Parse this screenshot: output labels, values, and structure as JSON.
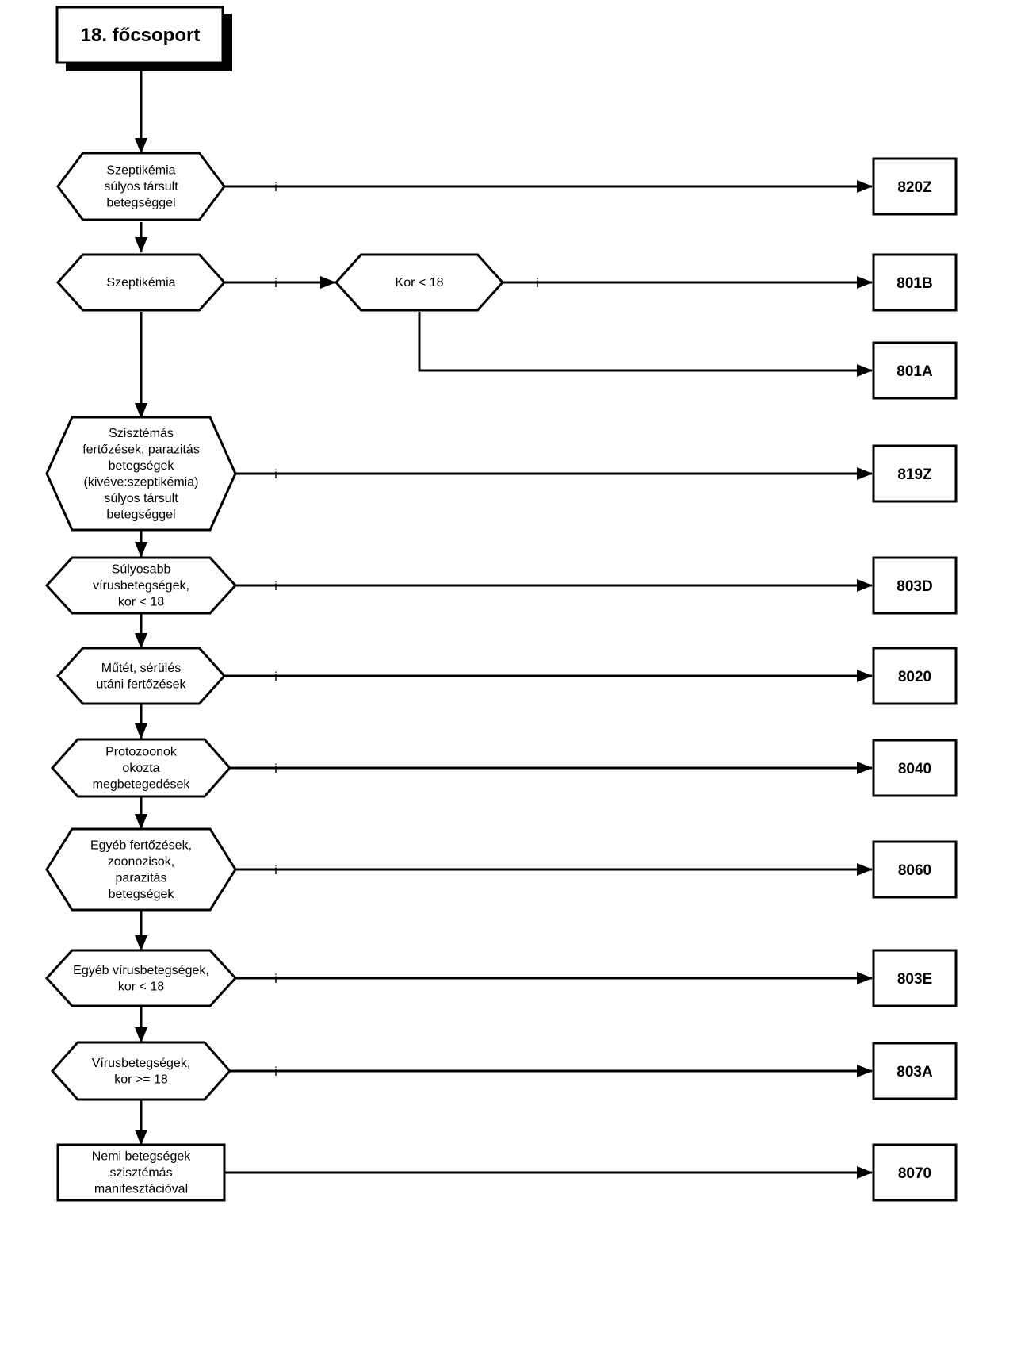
{
  "title": "18. főcsoport",
  "yes_label": "i",
  "decisions": [
    {
      "id": "d1",
      "lines": [
        "Szeptikémia",
        "súlyos társult",
        "betegséggel"
      ]
    },
    {
      "id": "d2",
      "lines": [
        "Szeptikémia"
      ]
    },
    {
      "id": "d2b",
      "lines": [
        "Kor < 18"
      ]
    },
    {
      "id": "d3",
      "lines": [
        "Szisztémás",
        "fertőzések, parazitás",
        "betegségek",
        "(kivéve:szeptikémia)",
        "súlyos társult",
        "betegséggel"
      ]
    },
    {
      "id": "d4",
      "lines": [
        "Súlyosabb",
        "vírusbetegségek,",
        "kor < 18"
      ]
    },
    {
      "id": "d5",
      "lines": [
        "Műtét, sérülés",
        "utáni fertőzések"
      ]
    },
    {
      "id": "d6",
      "lines": [
        "Protozoonok",
        "okozta",
        "megbetegedések"
      ]
    },
    {
      "id": "d7",
      "lines": [
        "Egyéb fertőzések,",
        "zoonozisok,",
        "parazitás",
        "betegségek"
      ]
    },
    {
      "id": "d8",
      "lines": [
        "Egyéb vírusbetegségek,",
        "kor < 18"
      ]
    },
    {
      "id": "d9",
      "lines": [
        "Vírusbetegségek,",
        "kor >= 18"
      ]
    },
    {
      "id": "d10",
      "lines": [
        "Nemi betegségek",
        "szisztémás",
        "manifesztációval"
      ]
    }
  ],
  "outcomes": [
    {
      "id": "o1",
      "code": "820Z"
    },
    {
      "id": "o2",
      "code": "801B"
    },
    {
      "id": "o3",
      "code": "801A"
    },
    {
      "id": "o4",
      "code": "819Z"
    },
    {
      "id": "o5",
      "code": "803D"
    },
    {
      "id": "o6",
      "code": "8020"
    },
    {
      "id": "o7",
      "code": "8040"
    },
    {
      "id": "o8",
      "code": "8060"
    },
    {
      "id": "o9",
      "code": "803E"
    },
    {
      "id": "o10",
      "code": "803A"
    },
    {
      "id": "o11",
      "code": "8070"
    }
  ]
}
